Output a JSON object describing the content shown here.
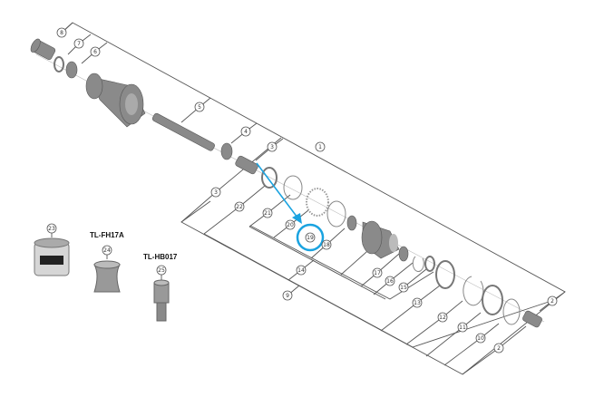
{
  "diagram": {
    "callouts": [
      "1",
      "2",
      "2",
      "3",
      "3",
      "4",
      "5",
      "6",
      "7",
      "8",
      "9",
      "10",
      "11",
      "12",
      "13",
      "14",
      "15",
      "16",
      "17",
      "18",
      "19",
      "20",
      "21",
      "22",
      "23",
      "24",
      "25"
    ],
    "tools": {
      "tool_24_name": "TL-FH17A",
      "tool_25_name": "TL-HB017"
    },
    "highlight_callout": "19",
    "highlight_color": "#1aa3e0"
  }
}
